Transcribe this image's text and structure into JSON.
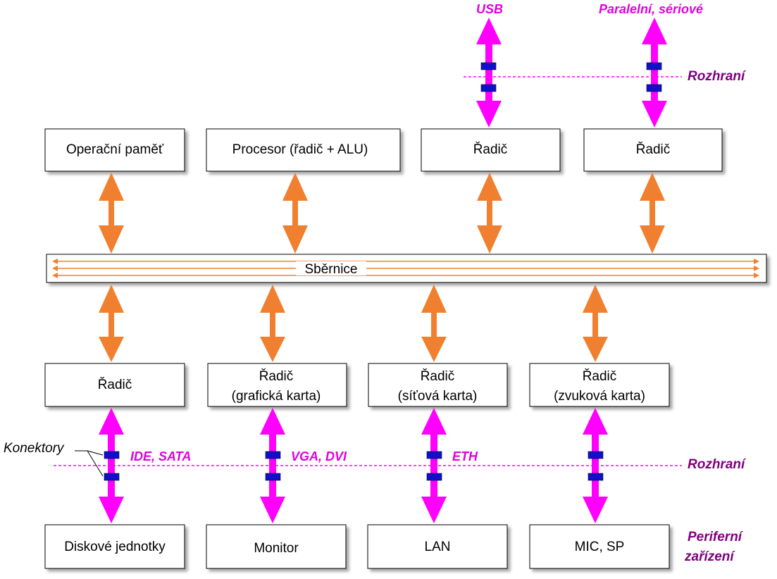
{
  "colors": {
    "orange": "#F08030",
    "magenta": "#FF00FF",
    "connector": "#1010C8",
    "zone_label": "#800080",
    "iface_label": "#E000E0"
  },
  "top_boxes": [
    {
      "label": "Operační paměť"
    },
    {
      "label": "Procesor (řadič + ALU)"
    },
    {
      "label": "Řadič"
    },
    {
      "label": "Řadič"
    }
  ],
  "bus": {
    "label": "Sběrnice"
  },
  "controller_boxes": [
    {
      "line1": "Řadič",
      "line2": ""
    },
    {
      "line1": "Řadič",
      "line2": "(grafická karta)"
    },
    {
      "line1": "Řadič",
      "line2": "(síťová karta)"
    },
    {
      "line1": "Řadič",
      "line2": "(zvuková karta)"
    }
  ],
  "device_boxes": [
    {
      "label": "Diskové jednotky"
    },
    {
      "label": "Monitor"
    },
    {
      "label": "LAN"
    },
    {
      "label": "MIC, SP"
    }
  ],
  "top_interfaces": [
    {
      "label": "USB"
    },
    {
      "label": "Paralelní, sériové"
    }
  ],
  "bottom_interfaces": [
    {
      "label": "IDE, SATA"
    },
    {
      "label": "VGA, DVI"
    },
    {
      "label": "ETH"
    }
  ],
  "labels": {
    "interface_top": "Rozhraní",
    "interface_bottom": "Rozhraní",
    "connectors": "Konektory",
    "peripheral_line1": "Periferní",
    "peripheral_line2": "zařízení"
  }
}
